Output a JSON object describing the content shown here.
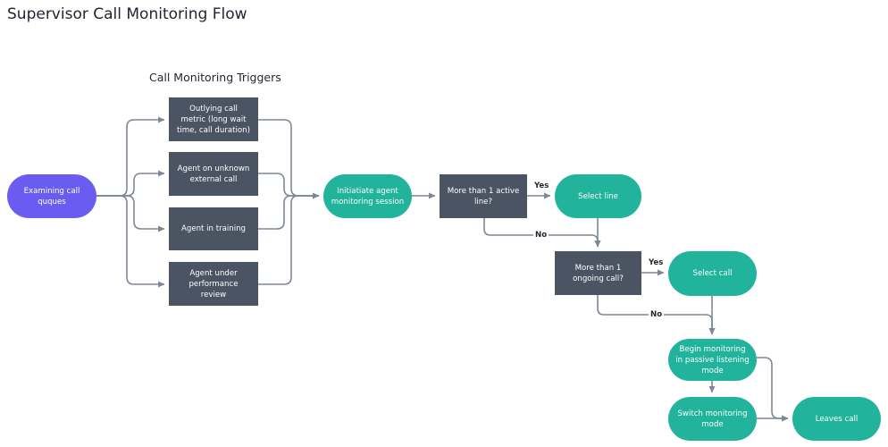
{
  "title": "Supervisor Call Monitoring Flow",
  "section_title": "Call Monitoring Triggers",
  "nodes": {
    "examining": "Examining call quques",
    "trigger_metric": "Outlying call metric (long wait time, call duration)",
    "trigger_external": "Agent on unknown external call",
    "trigger_training": "Agent in training",
    "trigger_review": "Agent under performance review",
    "initiate": "Initiatiate agent monitoring session",
    "decision_line": "More than 1 active line?",
    "select_line": "Select line",
    "decision_call": "More than 1 ongoing call?",
    "select_call": "Select call",
    "begin_monitoring": "Begin monitoring  in passive listening mode",
    "switch_mode": "Switch monitoring mode",
    "leaves_call": "Leaves call"
  },
  "edge_labels": {
    "yes_1": "Yes",
    "no_1": "No",
    "yes_2": "Yes",
    "no_2": "No"
  },
  "colors": {
    "rect": "#4a5462",
    "teal": "#22b39d",
    "purple": "#6a5cf0",
    "line": "#7d8796"
  }
}
